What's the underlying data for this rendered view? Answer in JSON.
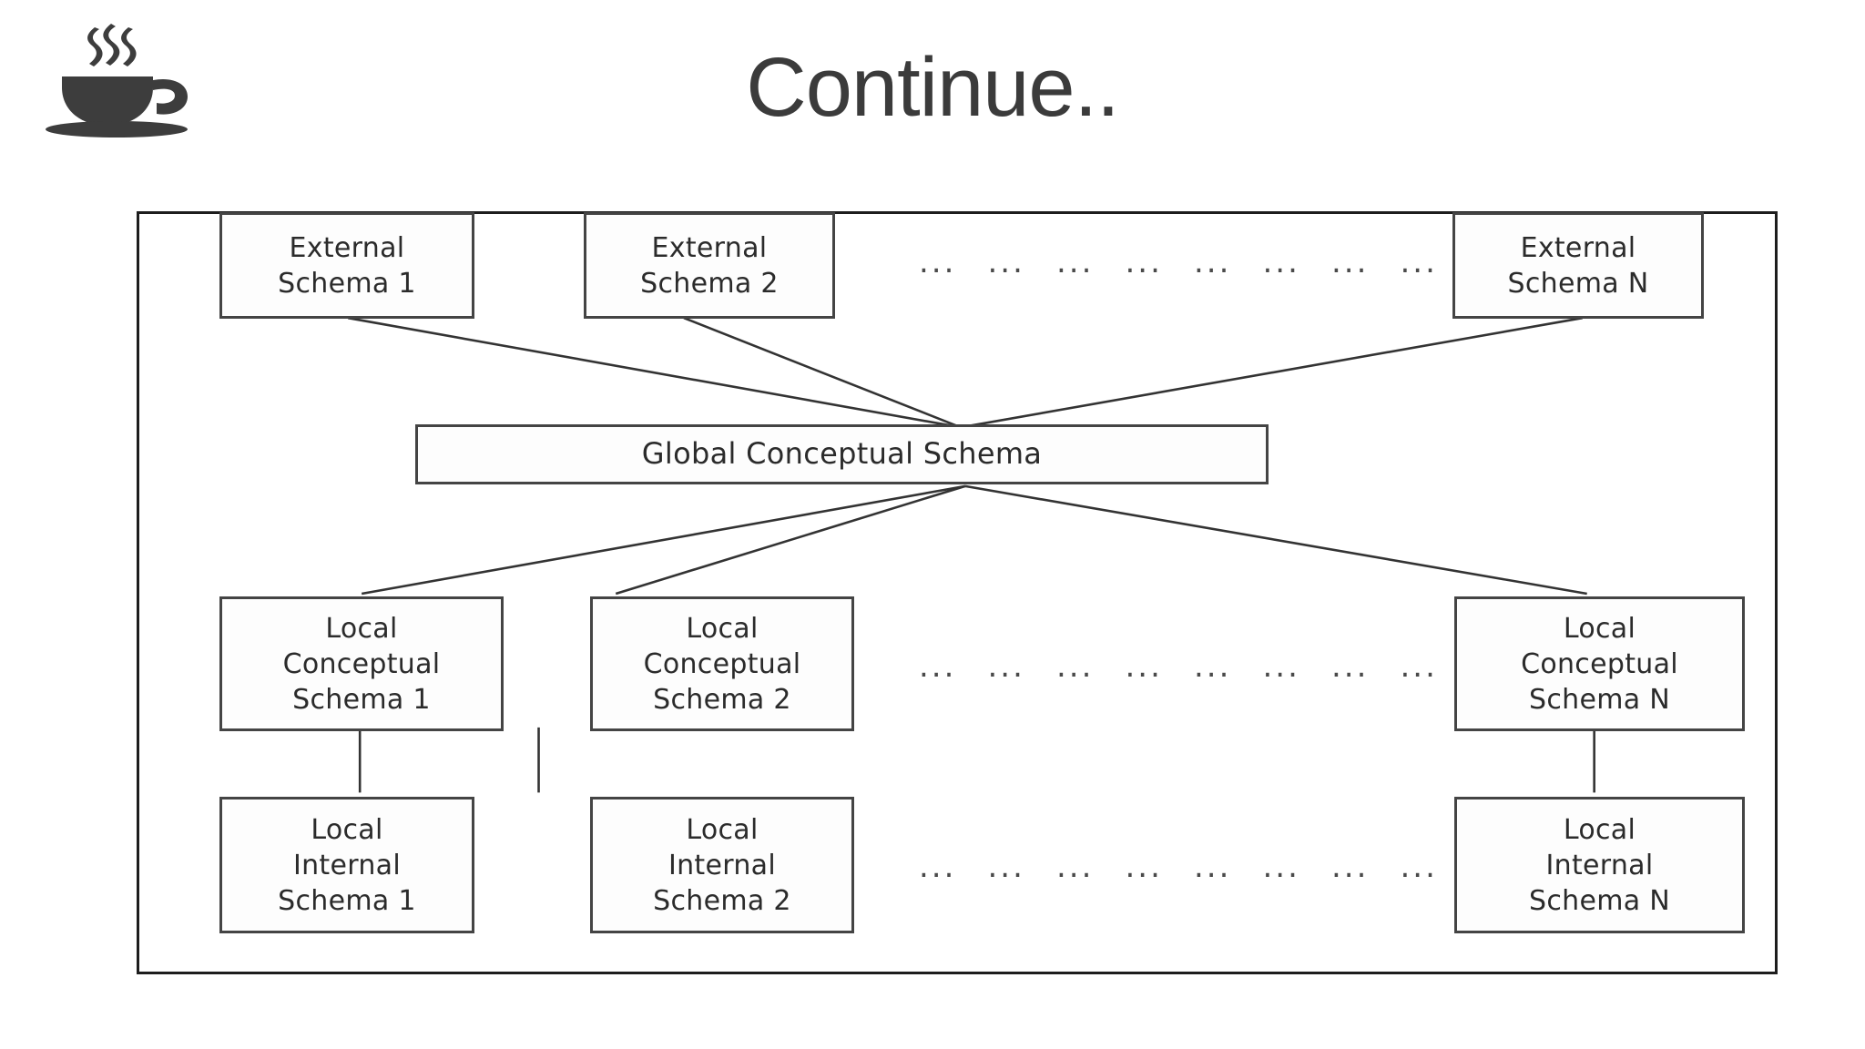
{
  "slide": {
    "title": "Continue..",
    "logo_icon": "coffee-cup-icon",
    "background_color": "#ffffff",
    "title_color": "#3b3b3b"
  },
  "diagram": {
    "type": "architecture-schema-diagram",
    "name": "distributed-database-schema-architecture",
    "border_color": "#1d1d1d",
    "node_border_color": "#444444",
    "text_color": "#2b2b2b",
    "edge_color": "#333333",
    "levels": [
      {
        "name": "external-schema-level",
        "nodes": [
          {
            "id": "external-schema-1",
            "label": "External\nSchema 1"
          },
          {
            "id": "external-schema-2",
            "label": "External\nSchema 2"
          },
          {
            "id": "external-schema-n",
            "label": "External\nSchema N"
          }
        ],
        "ellipsis_groups": 8,
        "ellipsis_text": "..."
      },
      {
        "name": "global-conceptual-level",
        "nodes": [
          {
            "id": "global-conceptual-schema",
            "label": "Global Conceptual Schema"
          }
        ]
      },
      {
        "name": "local-conceptual-level",
        "nodes": [
          {
            "id": "local-conceptual-schema-1",
            "label": "Local\nConceptual\nSchema 1"
          },
          {
            "id": "local-conceptual-schema-2",
            "label": "Local\nConceptual\nSchema 2"
          },
          {
            "id": "local-conceptual-schema-n",
            "label": "Local\nConceptual\nSchema N"
          }
        ],
        "ellipsis_groups": 8,
        "ellipsis_text": "..."
      },
      {
        "name": "local-internal-level",
        "nodes": [
          {
            "id": "local-internal-schema-1",
            "label": "Local\nInternal\nSchema 1"
          },
          {
            "id": "local-internal-schema-2",
            "label": "Local\nInternal\nSchema 2"
          },
          {
            "id": "local-internal-schema-n",
            "label": "Local\nInternal\nSchema N"
          }
        ],
        "ellipsis_groups": 8,
        "ellipsis_text": "..."
      }
    ],
    "ellipsis": {
      "row_top": "...",
      "row_mid": "...",
      "row_bottom": "..."
    }
  }
}
